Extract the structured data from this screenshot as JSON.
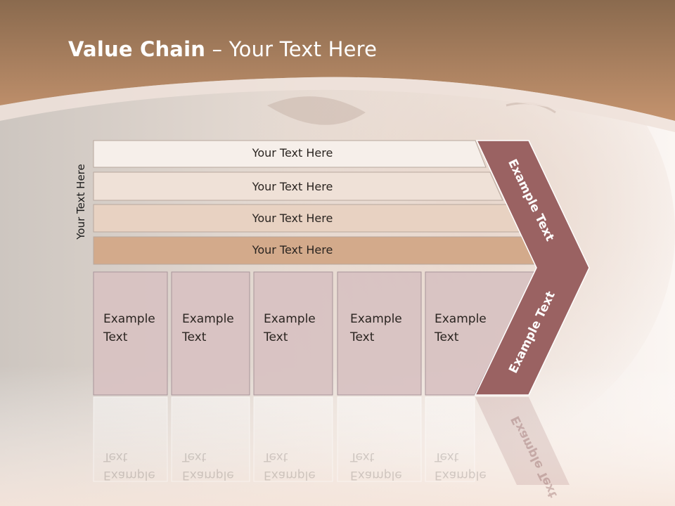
{
  "title": {
    "bold": "Value Chain",
    "rest": " – Your Text Here"
  },
  "side_label": "Your Text Here",
  "rows": [
    {
      "label": "Your Text Here"
    },
    {
      "label": "Your Text Here"
    },
    {
      "label": "Your Text Here"
    },
    {
      "label": "Your Text Here"
    }
  ],
  "columns": [
    {
      "line1": "Example",
      "line2": "Text"
    },
    {
      "line1": "Example",
      "line2": "Text"
    },
    {
      "line1": "Example",
      "line2": "Text"
    },
    {
      "line1": "Example",
      "line2": "Text"
    },
    {
      "line1": "Example",
      "line2": "Text"
    }
  ],
  "arrow": {
    "upper": "Example Text",
    "lower": "Example Text"
  },
  "colors": {
    "header_top": "#8a6a4e",
    "header_bottom": "#c4936e",
    "row_fills": [
      "#f6efea",
      "#efe1d7",
      "#e8d2c2",
      "#d3aa8b"
    ],
    "column_fill": "#d8c2c2",
    "arrow_fill": "#9a6262"
  }
}
